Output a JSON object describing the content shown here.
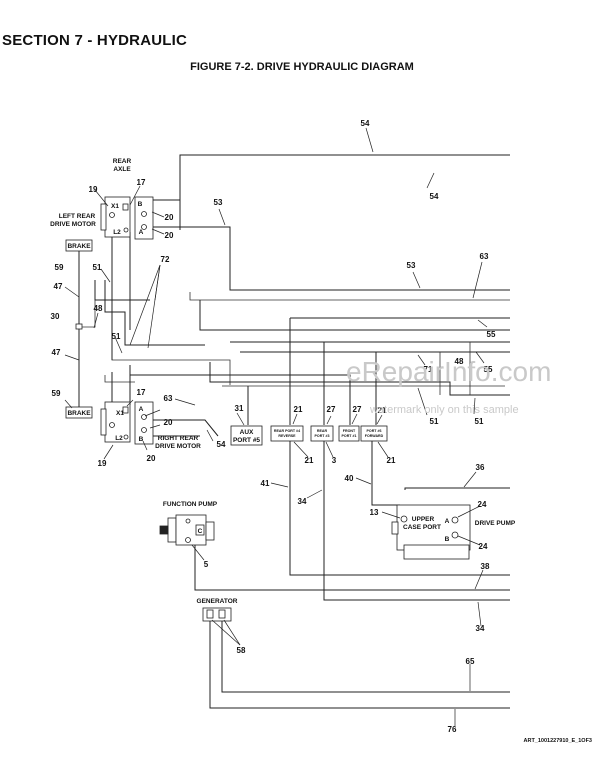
{
  "header": {
    "section_title": "SECTION 7 - HYDRAULIC",
    "figure_title": "FIGURE 7-2. DRIVE HYDRAULIC DIAGRAM"
  },
  "components": {
    "rear_axle": "REAR",
    "rear_axle_2": "AXLE",
    "left_rear_motor_1": "LEFT REAR",
    "left_rear_motor_2": "DRIVE MOTOR",
    "right_rear_motor_1": "RIGHT REAR",
    "right_rear_motor_2": "DRIVE MOTOR",
    "brake_top": "BRAKE",
    "brake_bottom": "BRAKE",
    "port_x1_top": "X1",
    "port_l2_top": "L2",
    "port_b_top": "B",
    "port_a_top": "A",
    "port_x1_bot": "X1",
    "port_l2_bot": "L2",
    "port_a_bot": "A",
    "port_b_bot": "B",
    "aux_port_1": "AUX",
    "aux_port_2": "PORT #5",
    "manifold_port_1a": "REAR PORT #4",
    "manifold_port_1b": "REVERSE",
    "manifold_port_2a": "REAR",
    "manifold_port_2b": "PORT #3",
    "manifold_port_3a": "FRONT",
    "manifold_port_3b": "PORT #1",
    "manifold_port_4a": "PORT #6",
    "manifold_port_4b": "FORWARD",
    "function_pump": "FUNCTION PUMP",
    "pump_c": "C",
    "upper_case_port_1": "UPPER",
    "upper_case_port_2": "CASE PORT",
    "drive_pump": "DRIVE PUMP",
    "drive_pump_a": "A",
    "drive_pump_b": "B",
    "generator": "GENERATOR"
  },
  "callouts": {
    "c54_top": "54",
    "c54_a": "54",
    "c54_b": "54",
    "c63_a": "63",
    "c63_b": "63",
    "c53_a": "53",
    "c53_b": "53",
    "c55_a": "55",
    "c55_b": "55",
    "c48": "48",
    "c71": "71",
    "c51_a": "51",
    "c51_b": "51",
    "c51_c": "51",
    "c51_d": "51",
    "c19_a": "19",
    "c19_b": "19",
    "c17_a": "17",
    "c17_b": "17",
    "c20_a": "20",
    "c20_b": "20",
    "c20_c": "20",
    "c20_d": "20",
    "c59_a": "59",
    "c59_b": "59",
    "c47_a": "47",
    "c47_b": "47",
    "c30": "30",
    "c72": "72",
    "c31": "31",
    "c21_a": "21",
    "c21_b": "21",
    "c21_c": "21",
    "c21_d": "21",
    "c27_a": "27",
    "c27_b": "27",
    "c3": "3",
    "c41": "41",
    "c34_a": "34",
    "c34_b": "34",
    "c40": "40",
    "c36": "36",
    "c24_a": "24",
    "c24_b": "24",
    "c13": "13",
    "c5": "5",
    "c38": "38",
    "c58": "58",
    "c65": "65",
    "c76": "76"
  },
  "watermark": {
    "main": "eRepairInfo.com",
    "sub": "watermark only on this sample"
  },
  "art_code": "ART_1001227910_E_1OF3"
}
